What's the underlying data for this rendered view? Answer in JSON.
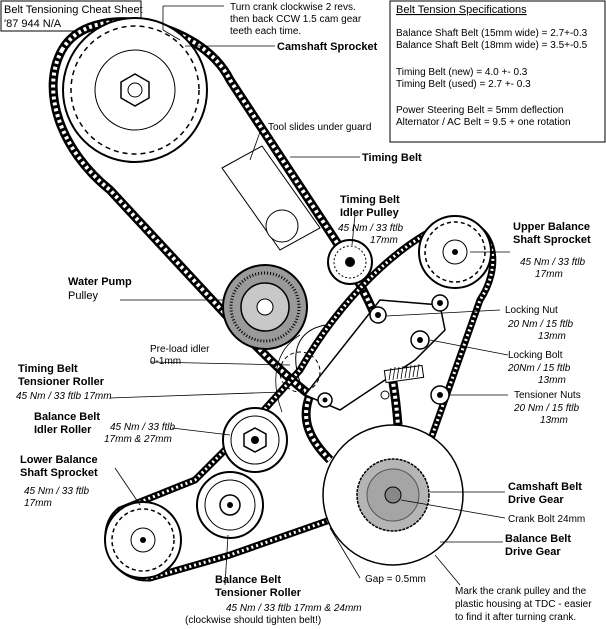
{
  "header": {
    "title": "Belt Tensioning Cheat Sheet",
    "subtitle": "'87 944 N/A"
  },
  "crank_note": {
    "line1": "Turn crank clockwise 2 revs.",
    "line2": "then back CCW 1.5 cam gear",
    "line3": "teeth each time."
  },
  "spec_box": {
    "title": "Belt Tension Specifications",
    "lines": [
      "Balance Shaft Belt (15mm wide) = 2.7+-0.3",
      "Balance Shaft Belt (18mm wide) = 3.5+-0.5",
      "Timing Belt (new) = 4.0 +- 0.3",
      "Timing Belt (used) = 2.7 +- 0.3",
      "Power Steering Belt = 5mm deflection",
      "Alternator / AC Belt = 9.5 + one rotation"
    ]
  },
  "labels": {
    "camshaft_sprocket": "Camshaft Sprocket",
    "tool_slides": "Tool slides under guard",
    "timing_belt": "Timing Belt",
    "idler_pulley_1": "Timing Belt",
    "idler_pulley_2": "Idler Pulley",
    "idler_pulley_spec": "45 Nm / 33 ftlb",
    "idler_pulley_spec2": "17mm",
    "upper_bal_1": "Upper Balance",
    "upper_bal_2": "Shaft Sprocket",
    "upper_bal_spec": "45 Nm / 33 ftlb",
    "upper_bal_spec2": "17mm",
    "water_pump_1": "Water Pump",
    "water_pump_2": "Pulley",
    "locking_nut": "Locking Nut",
    "locking_nut_spec": "20 Nm / 15 ftlb",
    "locking_nut_spec2": "13mm",
    "preload_1": "Pre-load idler",
    "preload_2": "0-1mm",
    "locking_bolt": "Locking Bolt",
    "locking_bolt_spec": "20Nm / 15 ftlb",
    "locking_bolt_spec2": "13mm",
    "tb_tensioner_1": "Timing Belt",
    "tb_tensioner_2": "Tensioner Roller",
    "tb_tensioner_spec": "45 Nm / 33 ftlb   17mm",
    "tensioner_nuts": "Tensioner Nuts",
    "tensioner_nuts_spec": "20 Nm / 15 ftlb",
    "tensioner_nuts_spec2": "13mm",
    "bal_idler_1": "Balance Belt",
    "bal_idler_2": "Idler Roller",
    "bal_idler_spec": "45 Nm / 33 ftlb",
    "bal_idler_spec2": "17mm & 27mm",
    "lower_bal_1": "Lower Balance",
    "lower_bal_2": "Shaft Sprocket",
    "lower_bal_spec": "45 Nm / 33 ftlb",
    "lower_bal_spec2": "17mm",
    "cam_drive_1": "Camshaft Belt",
    "cam_drive_2": "Drive Gear",
    "crank_bolt": "Crank Bolt 24mm",
    "bal_drive_1": "Balance Belt",
    "bal_drive_2": "Drive Gear",
    "gap": "Gap = 0.5mm",
    "bal_tensioner_1": "Balance Belt",
    "bal_tensioner_2": "Tensioner Roller",
    "bal_tensioner_spec": "45 Nm / 33 ftlb     17mm  & 24mm",
    "bal_tensioner_note": "(clockwise should tighten belt!)",
    "tdc_1": "Mark the crank pulley and the",
    "tdc_2": "plastic housing at TDC - easier",
    "tdc_3": "to find it after turning crank."
  },
  "colors": {
    "ink": "#000000",
    "paper": "#ffffff",
    "gear_fill": "#bdbdbd"
  }
}
